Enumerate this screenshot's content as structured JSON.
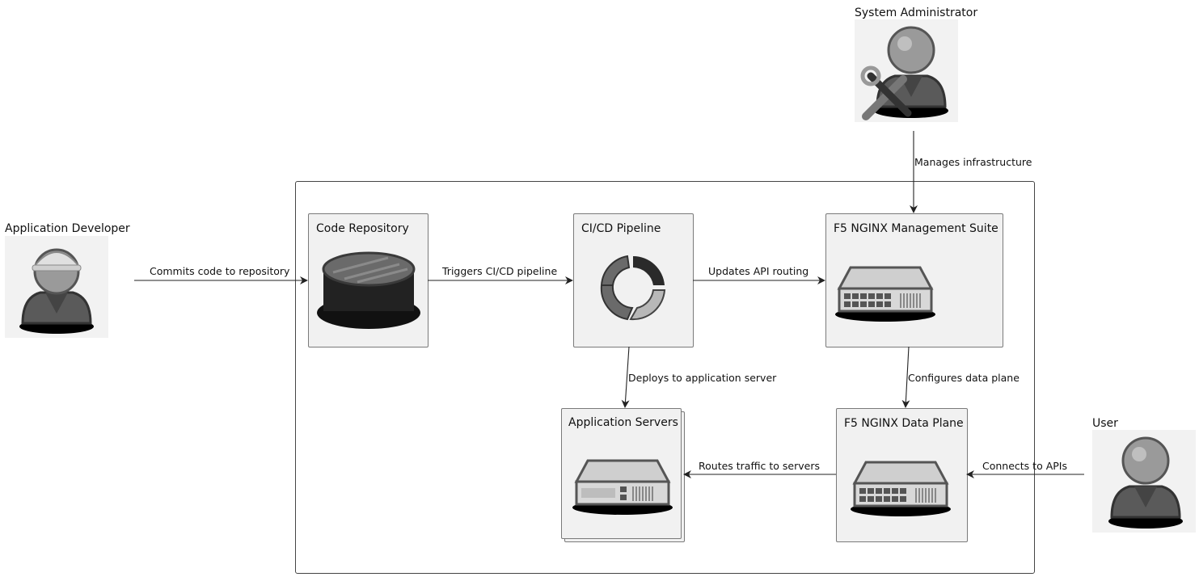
{
  "actors": {
    "developer": {
      "label": "Application Developer"
    },
    "admin": {
      "label": "System Administrator"
    },
    "user": {
      "label": "User"
    }
  },
  "nodes": {
    "code_repository": {
      "label": "Code Repository"
    },
    "cicd_pipeline": {
      "label": "CI/CD Pipeline"
    },
    "management_suite": {
      "label": "F5 NGINX Management Suite"
    },
    "data_plane": {
      "label": "F5 NGINX Data Plane"
    },
    "app_servers": {
      "label": "Application Servers"
    }
  },
  "edges": {
    "commits": "Commits code to repository",
    "triggers": "Triggers CI/CD pipeline",
    "updates": "Updates API routing",
    "manages": "Manages infrastructure",
    "deploys": "Deploys to application server",
    "configures": "Configures data plane",
    "routes": "Routes traffic to servers",
    "connects": "Connects to APIs"
  },
  "colors": {
    "node_fill": "#f1f1f1",
    "node_border": "#7a7a7a",
    "line": "#222222"
  }
}
